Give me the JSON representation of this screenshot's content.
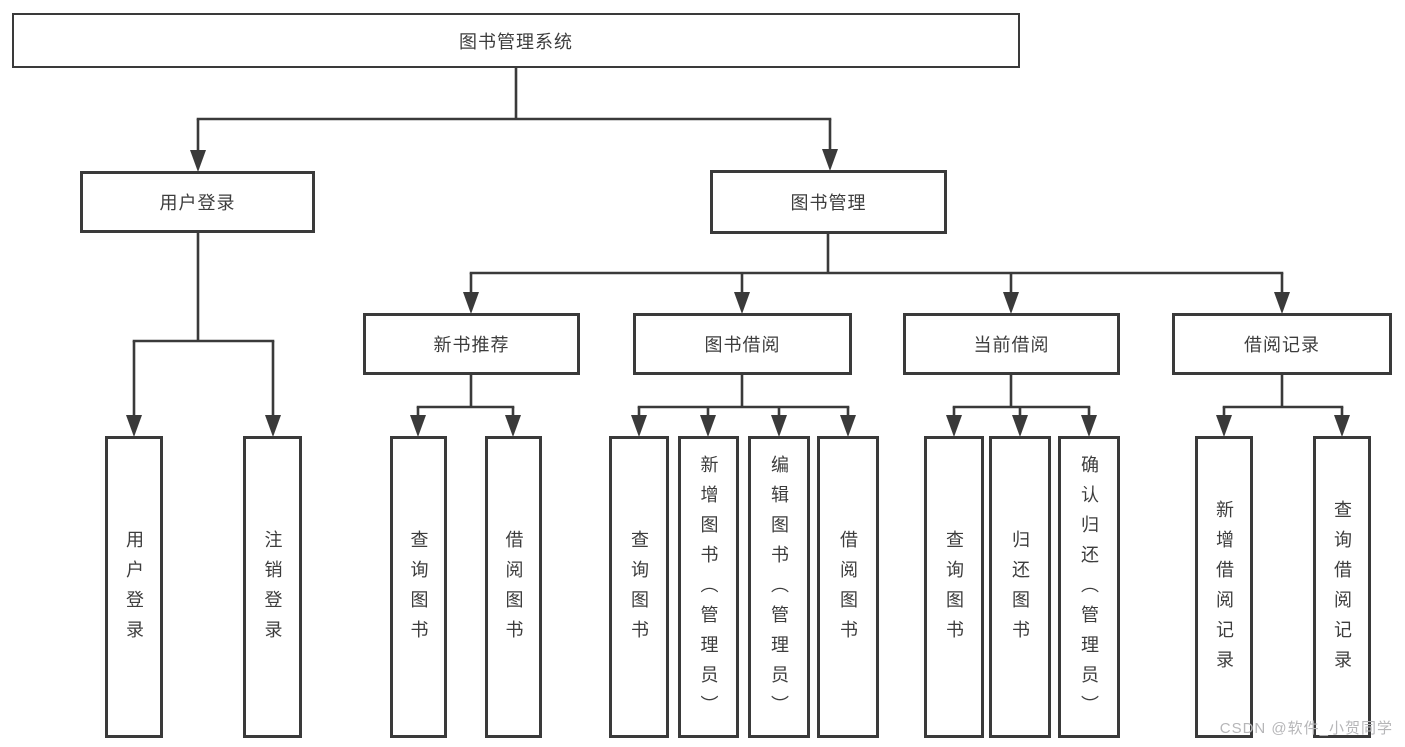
{
  "diagram": {
    "root": {
      "label": "图书管理系统"
    },
    "branches": [
      {
        "label": "用户登录",
        "children": [
          {
            "label": "用户登录"
          },
          {
            "label": "注销登录"
          }
        ]
      },
      {
        "label": "图书管理",
        "modules": [
          {
            "label": "新书推荐",
            "children": [
              {
                "label": "查询图书"
              },
              {
                "label": "借阅图书"
              }
            ]
          },
          {
            "label": "图书借阅",
            "children": [
              {
                "label": "查询图书"
              },
              {
                "label": "新增图书（管理员）"
              },
              {
                "label": "编辑图书（管理员）"
              },
              {
                "label": "借阅图书"
              }
            ]
          },
          {
            "label": "当前借阅",
            "children": [
              {
                "label": "查询图书"
              },
              {
                "label": "归还图书"
              },
              {
                "label": "确认归还（管理员）"
              }
            ]
          },
          {
            "label": "借阅记录",
            "children": [
              {
                "label": "新增借阅记录"
              },
              {
                "label": "查询借阅记录"
              }
            ]
          }
        ]
      }
    ]
  },
  "watermark": "CSDN @软件_小贺同学",
  "colors": {
    "line": "#3a3a3a",
    "text": "#3d3d3d",
    "watermark": "#b6b6b8",
    "background": "#ffffff"
  }
}
